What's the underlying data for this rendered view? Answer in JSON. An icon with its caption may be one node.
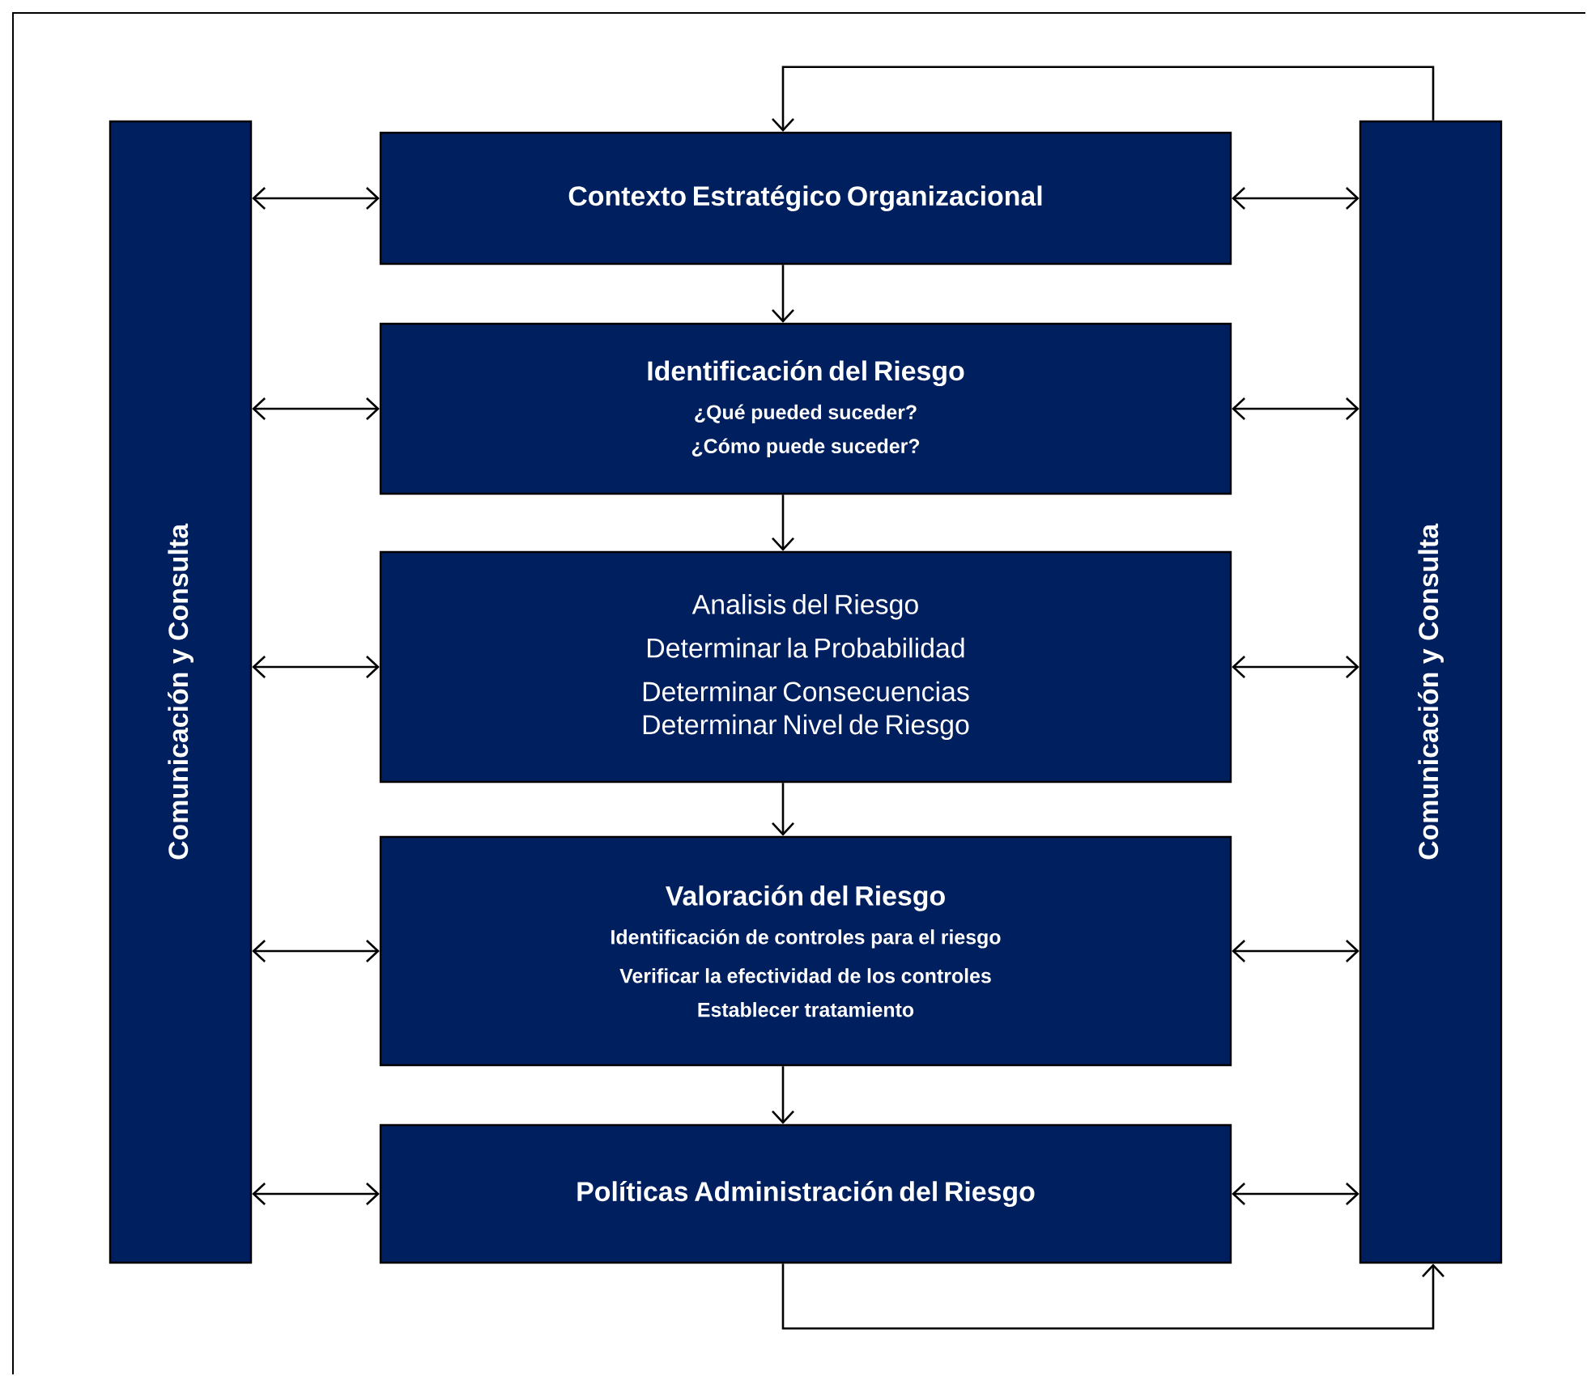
{
  "diagram": {
    "nodes": [
      {
        "text": [
          "Comunicación y Consulta"
        ]
      },
      {
        "text": [
          "Contexto Estratégico Organizacional"
        ]
      },
      {
        "text": [
          "Identificación del Riesgo",
          "¿Qué pueded suceder?",
          "¿Cómo puede suceder?"
        ]
      },
      {
        "text": [
          "Analisis del Riesgo",
          "Determinar la Probabilidad",
          "Determinar Consecuencias",
          "Determinar Nivel de Riesgo"
        ]
      },
      {
        "text": [
          "Valoración del Riesgo",
          "Identificación de controles para el riesgo",
          "Verificar la efectividad de los controles",
          "Establecer tratamiento"
        ]
      },
      {
        "text": [
          "Políticas Administración del Riesgo"
        ]
      },
      {
        "text": [
          "Comunicación y Consulta"
        ]
      }
    ],
    "edges": [
      {
        "from": 0,
        "to": 1,
        "arrow": "both"
      },
      {
        "from": 0,
        "to": 2,
        "arrow": "both"
      },
      {
        "from": 0,
        "to": 3,
        "arrow": "both"
      },
      {
        "from": 0,
        "to": 4,
        "arrow": "both"
      },
      {
        "from": 0,
        "to": 5,
        "arrow": "both"
      },
      {
        "from": 1,
        "to": 6,
        "arrow": "both"
      },
      {
        "from": 2,
        "to": 6,
        "arrow": "both"
      },
      {
        "from": 3,
        "to": 6,
        "arrow": "both"
      },
      {
        "from": 4,
        "to": 6,
        "arrow": "both"
      },
      {
        "from": 5,
        "to": 6,
        "arrow": "both"
      },
      {
        "from": 1,
        "to": 2,
        "arrow": "to"
      },
      {
        "from": 2,
        "to": 3,
        "arrow": "to"
      },
      {
        "from": 3,
        "to": 4,
        "arrow": "to"
      },
      {
        "from": 4,
        "to": 5,
        "arrow": "to"
      },
      {
        "from": 6,
        "to": 1,
        "arrow": "to"
      },
      {
        "from": 5,
        "to": 6,
        "arrow": "to"
      }
    ]
  }
}
